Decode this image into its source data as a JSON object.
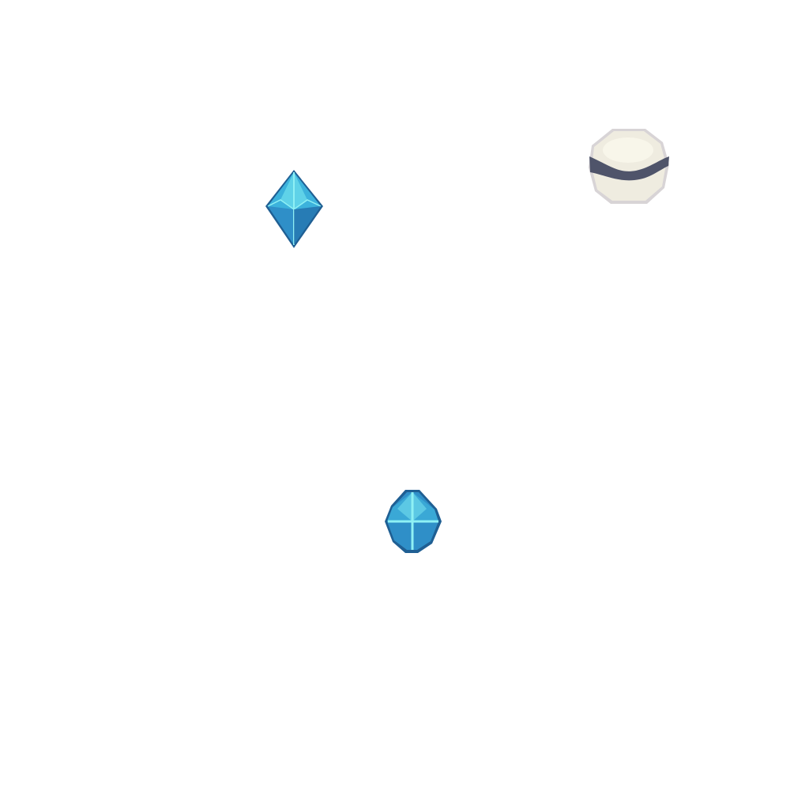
{
  "scene": {
    "background": "#ffffff",
    "items": [
      {
        "kind": "gem",
        "shape": "elongated-diamond",
        "icon": "blue-gem-icon",
        "color": "#2f8fc8"
      },
      {
        "kind": "orb",
        "shape": "round",
        "icon": "white-orb-icon",
        "color": "#efece0",
        "band_color": "#4f546a"
      },
      {
        "kind": "gem",
        "shape": "octahedron",
        "icon": "blue-gem-icon",
        "color": "#2f8fc8"
      }
    ]
  }
}
